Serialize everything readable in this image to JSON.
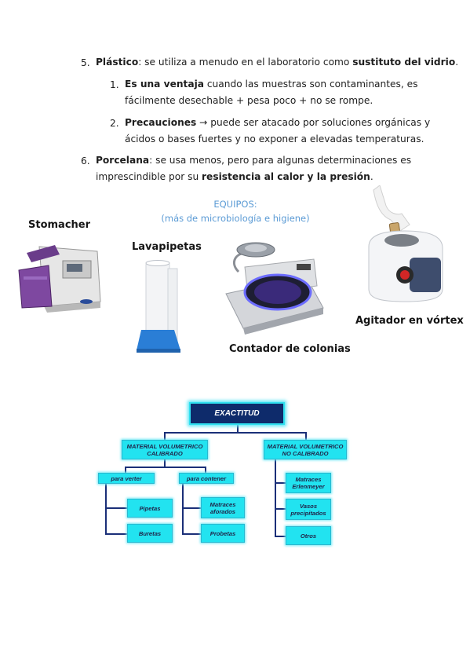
{
  "list": [
    {
      "number": "5.",
      "term": "Plástico",
      "text": ": se utiliza a menudo en el laboratorio como ",
      "bold_end": "sustituto del vidrio",
      "tail": ".",
      "sub": [
        {
          "number": "1.",
          "term": "Es una ventaja",
          "line1": " cuando las muestras son contaminantes, es",
          "line2": "fácilmente desechable + pesa poco + no se rompe."
        },
        {
          "number": "2.",
          "term": "Precauciones",
          "line1": " → puede ser atacado por soluciones orgánicas y",
          "line2": "ácidos o bases fuertes y no exponer a elevadas temperaturas."
        }
      ]
    },
    {
      "number": "6.",
      "term": "Porcelana",
      "line1": ": se usa menos, pero para algunas determinaciones es",
      "line2a": "imprescindible por su ",
      "line2b": "resistencia al calor y la presión",
      "line2c": "."
    }
  ],
  "equipos": {
    "title": "EQUIPOS:",
    "subtitle": "(más de microbiología e higiene)",
    "items": [
      "Stomacher",
      "Lavapipetas",
      "Contador de colonias",
      "Agitador en vórtex"
    ]
  },
  "diagram": {
    "root": "EXACTITUD",
    "calibrado": "MATERIAL VOLUMETRICO CALIBRADO",
    "no_calibrado": "MATERIAL VOLUMETRICO NO CALIBRADO",
    "para_verter": "para verter",
    "para_contener": "para contener",
    "pipetas": "Pipetas",
    "buretas": "Buretas",
    "matraces_aforados": "Matraces aforados",
    "probetas": "Probetas",
    "erlenmeyer": "Matraces Erlenmeyer",
    "vasos": "Vasos precipitados",
    "otros": "Otros"
  },
  "colors": {
    "node_fill": "#22e3f0",
    "root_fill": "#0e2b6b",
    "connector": "#1a2f78",
    "equipos_title": "#5b9bd5"
  }
}
